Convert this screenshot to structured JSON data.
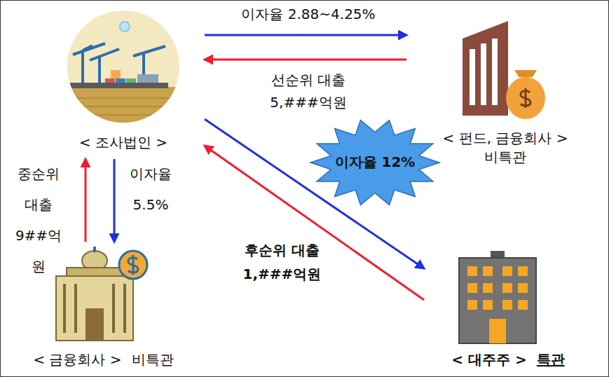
{
  "diagram": {
    "nodes": [
      {
        "text": [
          "< 조사법인 >"
        ]
      },
      {
        "text": [
          "< 펀드, 금융회사 >",
          "비특관"
        ]
      },
      {
        "text": [
          "< 금융회사 >",
          "비특관"
        ]
      },
      {
        "text": [
          "< 대주주 >",
          "특관"
        ]
      }
    ],
    "edges": [
      {
        "from": 0,
        "to": 1,
        "arrow": "to",
        "label": "이자율 2.88~4.25%"
      },
      {
        "from": 1,
        "to": 0,
        "arrow": "to",
        "label": "선순위 대출 5,###억원"
      },
      {
        "from": 2,
        "to": 0,
        "arrow": "to",
        "label": "중순위 대출 9##억원"
      },
      {
        "from": 0,
        "to": 2,
        "arrow": "to",
        "label": "이자율 5.5%"
      },
      {
        "from": 0,
        "to": 3,
        "arrow": "to",
        "label": "이자율 12%"
      },
      {
        "from": 3,
        "to": 0,
        "arrow": "to",
        "label": "후순위 대출 1,###억원"
      }
    ]
  }
}
